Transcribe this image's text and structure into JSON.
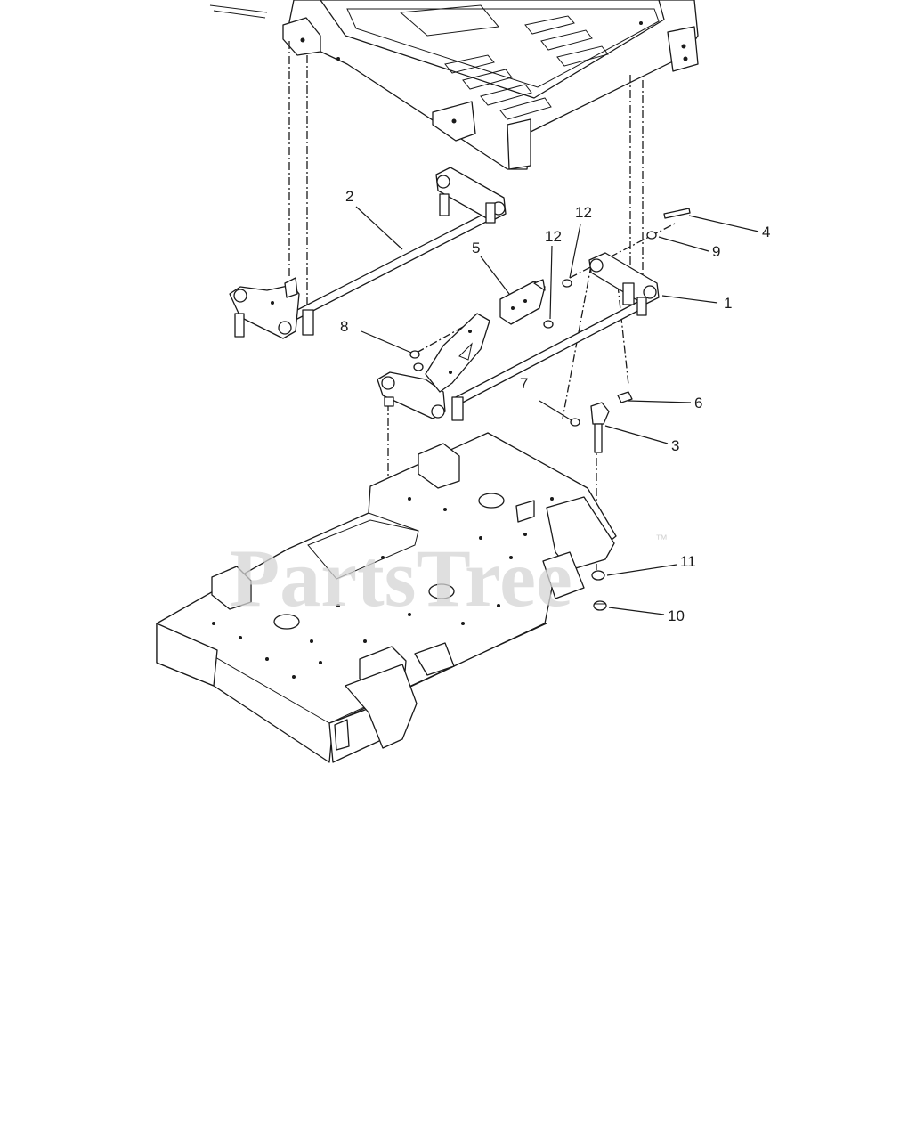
{
  "watermark": {
    "text": "PartsTree",
    "trademark": "™"
  },
  "callouts": [
    {
      "id": "c1",
      "label": "1"
    },
    {
      "id": "c2",
      "label": "2"
    },
    {
      "id": "c3",
      "label": "3"
    },
    {
      "id": "c4",
      "label": "4"
    },
    {
      "id": "c5",
      "label": "5"
    },
    {
      "id": "c6",
      "label": "6"
    },
    {
      "id": "c7",
      "label": "7"
    },
    {
      "id": "c8",
      "label": "8"
    },
    {
      "id": "c9",
      "label": "9"
    },
    {
      "id": "c10",
      "label": "10"
    },
    {
      "id": "c11",
      "label": "11"
    },
    {
      "id": "c12a",
      "label": "12"
    },
    {
      "id": "c12b",
      "label": "12"
    }
  ]
}
